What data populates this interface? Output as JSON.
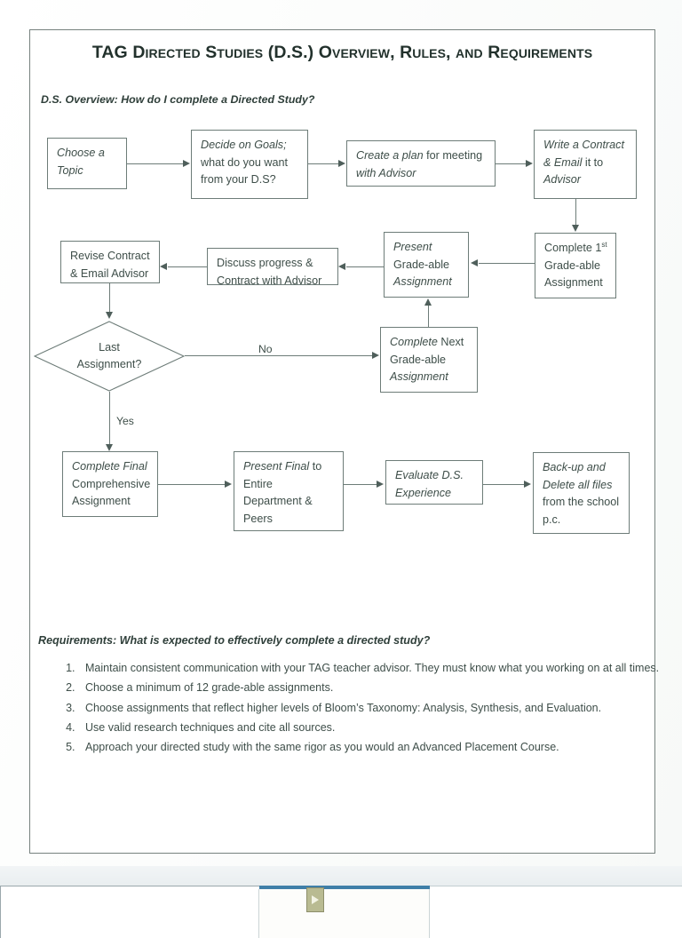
{
  "document": {
    "title": "TAG Directed Studies (D.S.) Overview, Rules, and Requirements",
    "overview_subhead": "D.S. Overview: How do I complete a Directed Study?",
    "requirements_heading": "Requirements:  What is expected to effectively complete a directed study?"
  },
  "flowchart": {
    "nodes": {
      "choose_topic": {
        "line1": "Choose a",
        "line2": "Topic"
      },
      "decide_goals": {
        "line1": "Decide on Goals;",
        "line2": "what do you want",
        "line3": "from your D.S?"
      },
      "create_plan": {
        "line1a": "Create a plan",
        "line1b": " for meeting",
        "line2": "with Advisor"
      },
      "write_contract": {
        "line1": "Write a Contract",
        "line2a": "& Email",
        "line2b": " it to",
        "line3": "Advisor"
      },
      "complete_first": {
        "line1a": "Complete 1",
        "line1sup": "st",
        "line2": "Grade-able",
        "line3": "Assignment"
      },
      "present_grade": {
        "line1": "Present",
        "line2": "Grade-able",
        "line3": "Assignment"
      },
      "discuss_progress": {
        "line1": "Discuss progress &",
        "line2": "Contract with Advisor"
      },
      "revise_contract": {
        "line1": "Revise Contract",
        "line2": "& Email Advisor"
      },
      "last_assignment": {
        "line1": "Last",
        "line2": "Assignment?"
      },
      "complete_next": {
        "line1a": "Complete",
        "line1b": " Next",
        "line2": "Grade-able",
        "line3": "Assignment"
      },
      "complete_final": {
        "line1": "Complete Final",
        "line2": "Comprehensive",
        "line3": "Assignment"
      },
      "present_final": {
        "line1a": "Present Final",
        "line1b": " to",
        "line2": "Entire",
        "line3": "Department &",
        "line4": "Peers"
      },
      "evaluate_ds": {
        "line1": "Evaluate D.S.",
        "line2": "Experience"
      },
      "backup_delete": {
        "line1": "Back-up and",
        "line2": "Delete all files",
        "line3": "from the school",
        "line4": "p.c."
      }
    },
    "edge_labels": {
      "no": "No",
      "yes": "Yes"
    }
  },
  "requirements": [
    "Maintain consistent communication with your TAG teacher advisor.  They must know what you working on at all times.",
    "Choose a minimum of 12 grade-able assignments.",
    "Choose assignments that reflect higher levels of Bloom’s Taxonomy: Analysis, Synthesis, and Evaluation.",
    "Use valid research techniques and cite all sources.",
    "Approach your directed study with the same rigor as you would an Advanced Placement Course."
  ],
  "colors": {
    "ink": "#3e4e49",
    "heading_ink": "#22312c",
    "stroke": "#6d7c78",
    "page_border": "#76817e",
    "scanner_accent": "#3f7fa8",
    "clip": "#b9bb92"
  }
}
